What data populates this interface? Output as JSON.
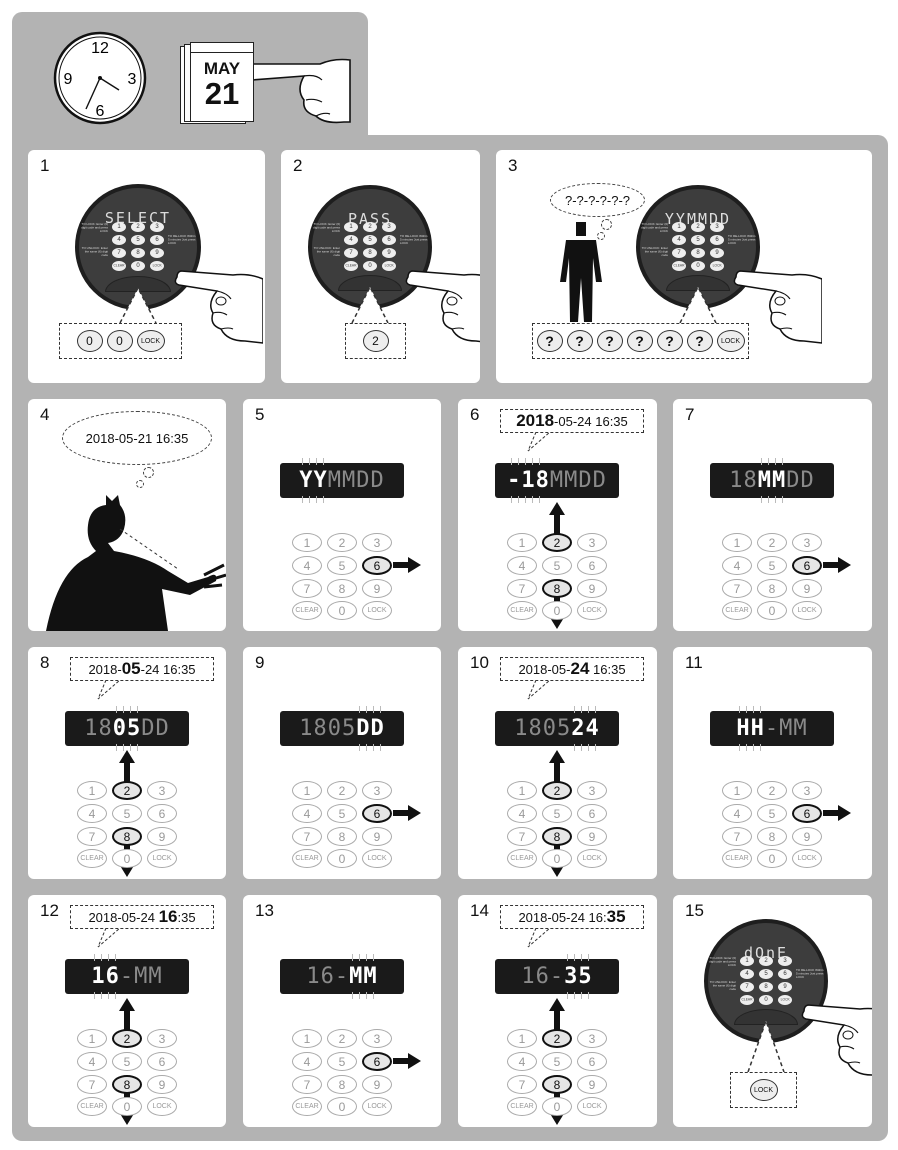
{
  "header": {
    "clock_numerals": [
      "12",
      "3",
      "6",
      "9"
    ],
    "calendar_month": "MAY",
    "calendar_day": "21"
  },
  "keypad_labels": [
    "1",
    "2",
    "3",
    "4",
    "5",
    "6",
    "7",
    "8",
    "9",
    "CLEAR",
    "0",
    "LOCK"
  ],
  "dial_labels": {
    "lock": "TO LOCK: Enter (6) digit code and press LOCK",
    "unlock": "TO UNLOCK: Enter the same (6) digit code",
    "relock": "TO RE-LOCK Within 5 minutes Just press LOCK"
  },
  "panels": [
    {
      "step": "1",
      "kind": "dial",
      "display": "SELECT",
      "callout_keys": [
        "0",
        "0",
        "LOCK"
      ]
    },
    {
      "step": "2",
      "kind": "dial",
      "display": "PASS",
      "callout_keys": [
        "2"
      ]
    },
    {
      "step": "3",
      "kind": "dial",
      "display": "YYMMDD",
      "thought": "?-?-?-?-?-?",
      "callout_keys": [
        "?",
        "?",
        "?",
        "?",
        "?",
        "?",
        "LOCK"
      ]
    },
    {
      "step": "4",
      "kind": "thinker",
      "thought": "2018-05-21 16:35"
    },
    {
      "step": "5",
      "kind": "keypad",
      "display": [
        {
          "t": "YY",
          "lit": true
        },
        {
          "t": "MMDD"
        }
      ],
      "action": "right",
      "pressed": [
        "6"
      ]
    },
    {
      "step": "6",
      "kind": "keypad",
      "display": [
        {
          "t": "-18",
          "lit": true
        },
        {
          "t": "MMDD"
        }
      ],
      "action": "updown",
      "pressed": [
        "2",
        "8"
      ],
      "callout": {
        "pre": "",
        "bold": "2018",
        "post": "-05-24 16:35"
      }
    },
    {
      "step": "7",
      "kind": "keypad",
      "display": [
        {
          "t": "18"
        },
        {
          "t": "MM",
          "lit": true
        },
        {
          "t": "DD"
        }
      ],
      "action": "right",
      "pressed": [
        "6"
      ]
    },
    {
      "step": "8",
      "kind": "keypad",
      "display": [
        {
          "t": "18"
        },
        {
          "t": "05",
          "lit": true
        },
        {
          "t": "DD"
        }
      ],
      "action": "updown",
      "pressed": [
        "2",
        "8"
      ],
      "callout": {
        "pre": "2018-",
        "bold": "05",
        "post": "-24 16:35"
      }
    },
    {
      "step": "9",
      "kind": "keypad",
      "display": [
        {
          "t": "1805"
        },
        {
          "t": "DD",
          "lit": true
        }
      ],
      "action": "right",
      "pressed": [
        "6"
      ]
    },
    {
      "step": "10",
      "kind": "keypad",
      "display": [
        {
          "t": "1805"
        },
        {
          "t": "24",
          "lit": true
        }
      ],
      "action": "updown",
      "pressed": [
        "2",
        "8"
      ],
      "callout": {
        "pre": "2018-05-",
        "bold": "24",
        "post": " 16:35"
      }
    },
    {
      "step": "11",
      "kind": "keypad",
      "display": [
        {
          "t": "HH",
          "lit": true
        },
        {
          "t": "-MM"
        }
      ],
      "action": "right",
      "pressed": [
        "6"
      ]
    },
    {
      "step": "12",
      "kind": "keypad",
      "display": [
        {
          "t": "16",
          "lit": true
        },
        {
          "t": "-MM"
        }
      ],
      "action": "updown",
      "pressed": [
        "2",
        "8"
      ],
      "callout": {
        "pre": "2018-05-24 ",
        "bold": "16",
        "post": ":35"
      }
    },
    {
      "step": "13",
      "kind": "keypad",
      "display": [
        {
          "t": "16-"
        },
        {
          "t": "MM",
          "lit": true
        }
      ],
      "action": "right",
      "pressed": [
        "6"
      ]
    },
    {
      "step": "14",
      "kind": "keypad",
      "display": [
        {
          "t": "16-"
        },
        {
          "t": "35",
          "lit": true
        }
      ],
      "action": "updown",
      "pressed": [
        "2",
        "8"
      ],
      "callout": {
        "pre": "2018-05-24 16:",
        "bold": "35",
        "post": ""
      }
    },
    {
      "step": "15",
      "kind": "dial",
      "display": "dOnE",
      "callout_keys": [
        "LOCK"
      ]
    }
  ]
}
